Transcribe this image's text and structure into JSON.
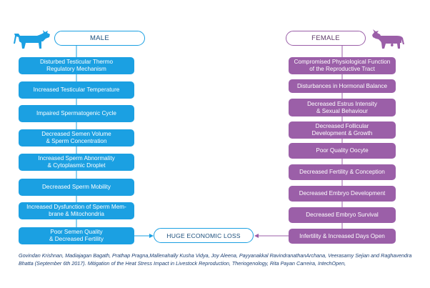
{
  "male": {
    "title": "MALE",
    "steps": [
      "Disturbed Testicular Thermo\nRegulatory Mechanism",
      "Increased Testicular Temperature",
      "Impaired Spermatogenic Cycle",
      "Decreased Semen Volume\n& Sperm Concentration",
      "Increased Sperm Abnormality\n& Cytoplasmic Droplet",
      "Decreased Sperm Mobility",
      "Increased Dysfunction of Sperm Mem-\nbrane & Mitochondria",
      "Poor Semen Quality\n& Decreased Fertility"
    ]
  },
  "female": {
    "title": "FEMALE",
    "steps": [
      "Compromised Physiological Function\nof the Reproductive Tract",
      "Disturbances in Hormonal Balance",
      "Decreased Estrus Intensity\n& Sexual Behaviour",
      "Decreased Follicular\nDevelopment & Growth",
      "Poor Quality Oocyte",
      "Decreased Fertility & Conception",
      "Decreased Embryo Development",
      "Decreased Embryo Survival",
      "Infertility & Increased Days Open"
    ]
  },
  "outcome": "HUGE ECONOMIC LOSS",
  "citation": "Govindan Krishnan, Madiajagan Bagath, Prathap Pragna,Mallenahally Kusha Vidya, Joy Aleena, Payyanakkal RavindranathanArchana, Veerasamy Sejian and Raghavendra Bhatta (September 6th 2017). Mitigation of the Heat Stress Impact in Livestock Reproduction, Theriogenology, Rita Payan Carreira, IntechOpen,",
  "colors": {
    "male": "#1ba0e2",
    "female": "#9b5fa8",
    "text_dark": "#1c4f7c",
    "citation": "#1c3f73"
  },
  "icons": {
    "male": "bull-icon",
    "female": "cow-icon"
  }
}
